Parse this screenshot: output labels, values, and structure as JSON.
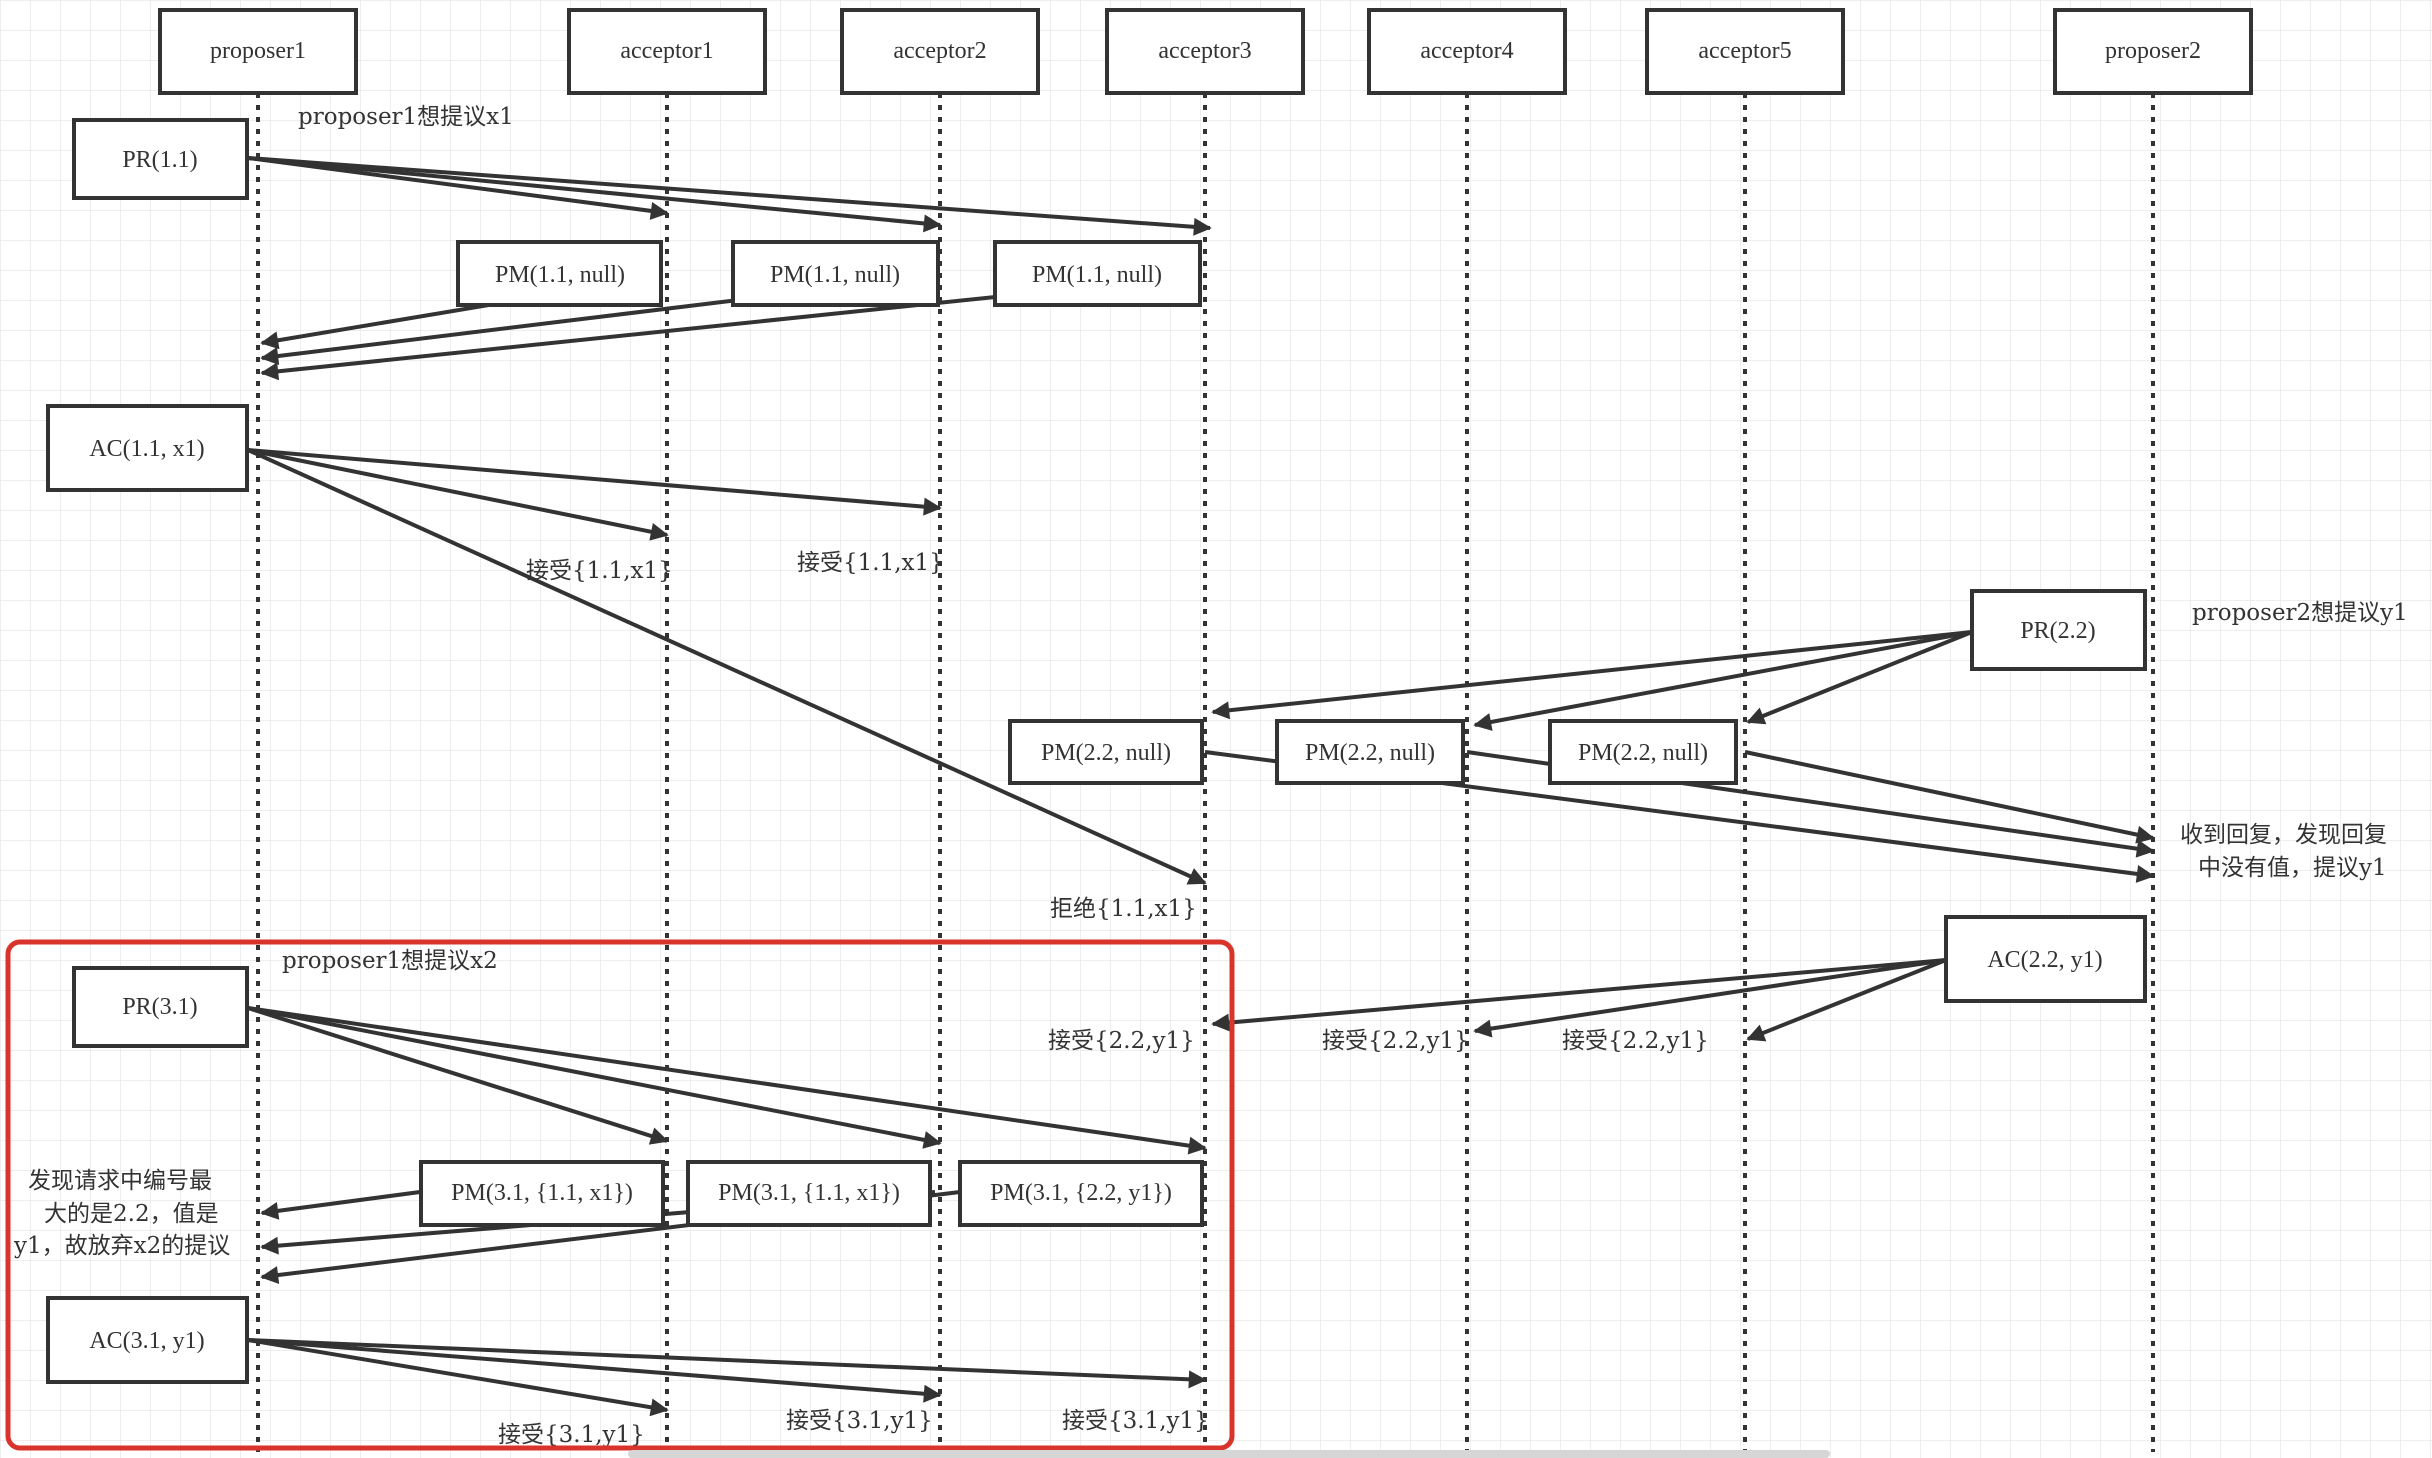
{
  "participants": [
    {
      "id": "proposer1",
      "label": "proposer1"
    },
    {
      "id": "acceptor1",
      "label": "acceptor1"
    },
    {
      "id": "acceptor2",
      "label": "acceptor2"
    },
    {
      "id": "acceptor3",
      "label": "acceptor3"
    },
    {
      "id": "acceptor4",
      "label": "acceptor4"
    },
    {
      "id": "acceptor5",
      "label": "acceptor5"
    },
    {
      "id": "proposer2",
      "label": "proposer2"
    }
  ],
  "message_boxes": [
    {
      "id": "pr-1-1",
      "text": "PR(1.1)"
    },
    {
      "id": "pm-1-1-a1",
      "text": "PM(1.1, null)"
    },
    {
      "id": "pm-1-1-a2",
      "text": "PM(1.1, null)"
    },
    {
      "id": "pm-1-1-a3",
      "text": "PM(1.1, null)"
    },
    {
      "id": "ac-1-1",
      "text": "AC(1.1, x1)"
    },
    {
      "id": "pr-2-2",
      "text": "PR(2.2)"
    },
    {
      "id": "pm-2-2-a3",
      "text": "PM(2.2, null)"
    },
    {
      "id": "pm-2-2-a4",
      "text": "PM(2.2, null)"
    },
    {
      "id": "pm-2-2-a5",
      "text": "PM(2.2, null)"
    },
    {
      "id": "ac-2-2",
      "text": "AC(2.2, y1)"
    },
    {
      "id": "pr-3-1",
      "text": "PR(3.1)"
    },
    {
      "id": "pm-3-1-a1",
      "text": "PM(3.1, {1.1, x1})"
    },
    {
      "id": "pm-3-1-a2",
      "text": "PM(3.1, {1.1, x1})"
    },
    {
      "id": "pm-3-1-a3",
      "text": "PM(3.1, {2.2, y1})"
    },
    {
      "id": "ac-3-1",
      "text": "AC(3.1, y1)"
    }
  ],
  "annotations": [
    {
      "id": "note-p1-x1",
      "text": "proposer1想提议x1"
    },
    {
      "id": "accept-1-a1",
      "text": "接受{1.1,x1}"
    },
    {
      "id": "accept-1-a2",
      "text": "接受{1.1,x1}"
    },
    {
      "id": "note-p2-y1",
      "text": "proposer2想提议y1"
    },
    {
      "id": "reject-1-a3",
      "text": "拒绝{1.1,x1}"
    },
    {
      "id": "note-p2-reply-line1",
      "text": "收到回复，发现回复"
    },
    {
      "id": "note-p2-reply-line2",
      "text": "中没有值，提议y1"
    },
    {
      "id": "note-p1-x2",
      "text": "proposer1想提议x2"
    },
    {
      "id": "accept-2-a3",
      "text": "接受{2.2,y1}"
    },
    {
      "id": "accept-2-a4",
      "text": "接受{2.2,y1}"
    },
    {
      "id": "accept-2-a5",
      "text": "接受{2.2,y1}"
    },
    {
      "id": "note-p1-found-line1",
      "text": "发现请求中编号最"
    },
    {
      "id": "note-p1-found-line2",
      "text": "大的是2.2，值是"
    },
    {
      "id": "note-p1-found-line3",
      "text": "y1，故放弃x2的提议"
    },
    {
      "id": "accept-3-a1",
      "text": "接受{3.1,y1}"
    },
    {
      "id": "accept-3-a2",
      "text": "接受{3.1,y1}"
    },
    {
      "id": "accept-3-a3",
      "text": "接受{3.1,y1}"
    }
  ],
  "colors": {
    "stroke": "#333333",
    "grid": "#e8e8e8",
    "highlight": "#d9342b",
    "background": "#ffffff"
  }
}
